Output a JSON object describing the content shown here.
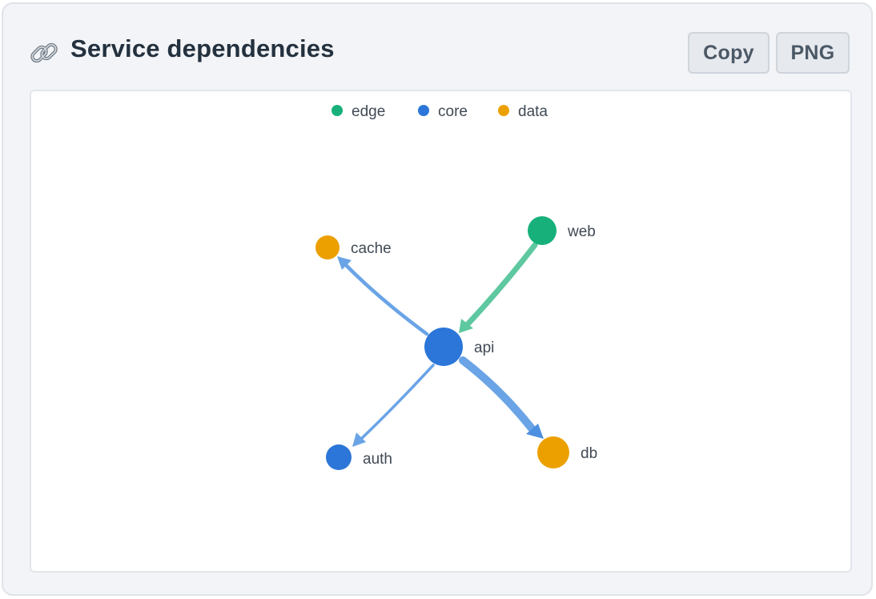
{
  "header": {
    "title": "Service dependencies",
    "icon": "link-icon",
    "copy_label": "Copy",
    "png_label": "PNG"
  },
  "legend": [
    {
      "name": "edge",
      "color": "#17b07a"
    },
    {
      "name": "core",
      "color": "#2b76d8"
    },
    {
      "name": "data",
      "color": "#eca000"
    }
  ],
  "graph": {
    "nodes": [
      {
        "id": "web",
        "group": "edge"
      },
      {
        "id": "api",
        "group": "core"
      },
      {
        "id": "cache",
        "group": "data"
      },
      {
        "id": "auth",
        "group": "core"
      },
      {
        "id": "db",
        "group": "data"
      }
    ],
    "edges": [
      {
        "source": "web",
        "target": "api",
        "color": "#5ec8a0"
      },
      {
        "source": "api",
        "target": "cache",
        "color": "#6aa4e6"
      },
      {
        "source": "api",
        "target": "auth",
        "color": "#6aa4e6"
      },
      {
        "source": "api",
        "target": "db",
        "color": "#6aa4e6"
      }
    ]
  }
}
